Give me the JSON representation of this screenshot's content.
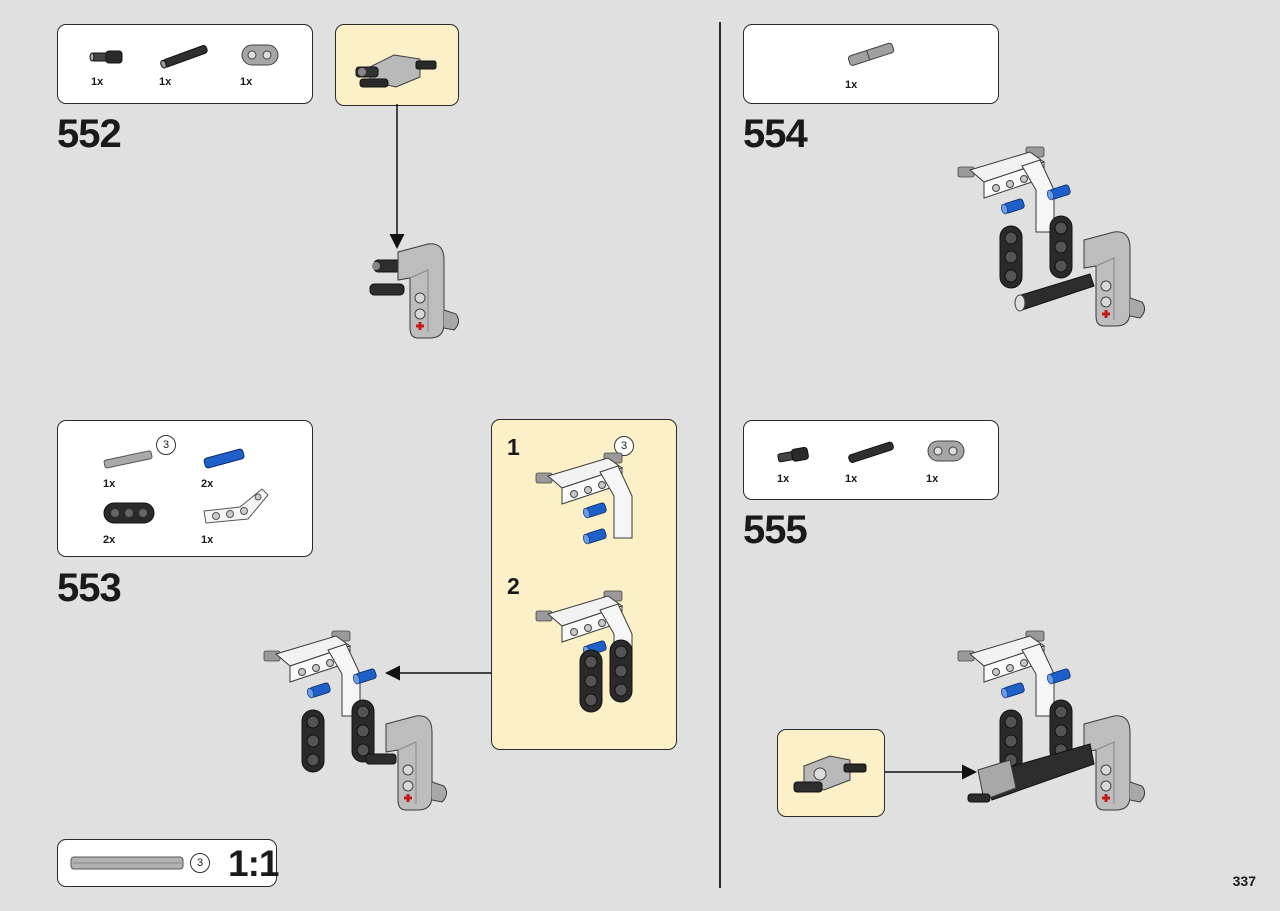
{
  "page_number": "337",
  "scale": {
    "ratio": "1:1",
    "length": "3"
  },
  "steps": [
    {
      "number": "552",
      "parts": [
        {
          "qty": "1x",
          "icon": "friction-pin-axle-icon"
        },
        {
          "qty": "1x",
          "icon": "long-pin-icon"
        },
        {
          "qty": "1x",
          "icon": "connector-block-icon"
        }
      ]
    },
    {
      "number": "553",
      "parts": [
        {
          "qty": "1x",
          "icon": "axle-icon",
          "length": "3"
        },
        {
          "qty": "2x",
          "icon": "blue-axle-pin-icon"
        },
        {
          "qty": "2x",
          "icon": "black-beam-icon"
        },
        {
          "qty": "1x",
          "icon": "white-angled-beam-icon"
        }
      ],
      "substeps": [
        {
          "label": "1",
          "length": "3"
        },
        {
          "label": "2"
        }
      ]
    },
    {
      "number": "554",
      "parts": [
        {
          "qty": "1x",
          "icon": "long-pin-icon"
        }
      ]
    },
    {
      "number": "555",
      "parts": [
        {
          "qty": "1x",
          "icon": "friction-pin-axle-icon"
        },
        {
          "qty": "1x",
          "icon": "long-pin-icon"
        },
        {
          "qty": "1x",
          "icon": "connector-block-icon"
        }
      ]
    }
  ]
}
